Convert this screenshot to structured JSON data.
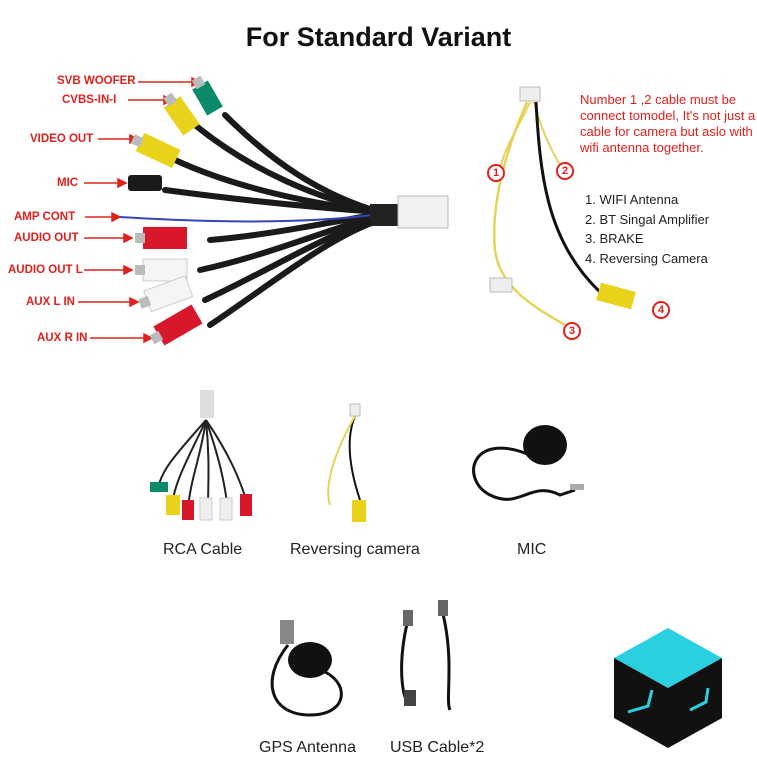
{
  "title": "For Standard Variant",
  "rca_labels": [
    "SVB WOOFER",
    "CVBS-IN-I",
    "VIDEO OUT",
    "MIC",
    "AMP CONT",
    "AUDIO OUT",
    "AUDIO OUT L",
    "AUX L IN",
    "AUX R IN"
  ],
  "camera_cable": {
    "note": "Number 1 ,2 cable must be connect tomodel, It's not just a cable for camera but aslo with wifi antenna together.",
    "items": [
      "1. WIFI Antenna",
      "2. BT Singal Amplifier",
      "3. BRAKE",
      "4. Reversing Camera"
    ],
    "markers": [
      "1",
      "2",
      "3",
      "4"
    ]
  },
  "captions": {
    "rca": "RCA Cable",
    "reversing": "Reversing  camera",
    "mic": "MIC",
    "gps": "GPS Antenna",
    "usb": "USB Cable*2"
  },
  "colors": {
    "label_red": "#e0201b",
    "logo_cyan": "#2bd0e0",
    "logo_dark": "#111111"
  }
}
